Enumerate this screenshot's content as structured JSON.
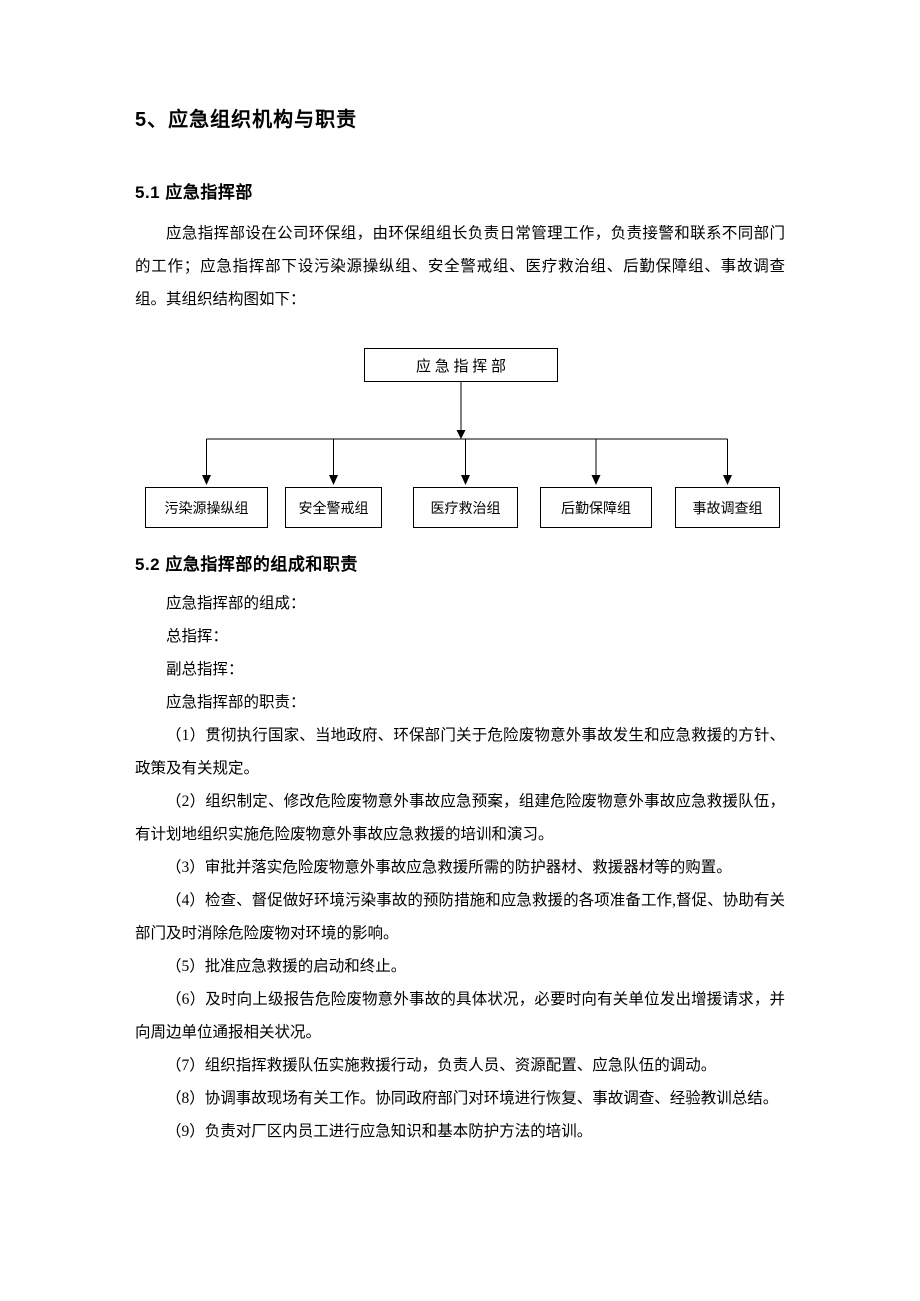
{
  "doc": {
    "heading": "5、应急组织机构与职责",
    "section1": {
      "title": "5.1 应急指挥部",
      "paragraph": "应急指挥部设在公司环保组，由环保组组长负责日常管理工作，负责接警和联系不同部门的工作；应急指挥部下设污染源操纵组、安全警戒组、医疗救治组、后勤保障组、事故调查组。其组织结构图如下："
    },
    "org_chart": {
      "root": "应 急 指 挥 部",
      "children": [
        "污染源操纵组",
        "安全警戒组",
        "医疗救治组",
        "后勤保障组",
        "事故调查组"
      ]
    },
    "section2": {
      "title": "5.2 应急指挥部的组成和职责",
      "lines": [
        "应急指挥部的组成：",
        "总指挥：",
        "副总指挥：",
        "应急指挥部的职责："
      ],
      "items": [
        "（1）贯彻执行国家、当地政府、环保部门关于危险废物意外事故发生和应急救援的方针、政策及有关规定。",
        "（2）组织制定、修改危险废物意外事故应急预案，组建危险废物意外事故应急救援队伍，有计划地组织实施危险废物意外事故应急救援的培训和演习。",
        "（3）审批并落实危险废物意外事故应急救援所需的防护器材、救援器材等的购置。",
        "（4）检查、督促做好环境污染事故的预防措施和应急救援的各项准备工作,督促、协助有关部门及时消除危险废物对环境的影响。",
        "（5）批准应急救援的启动和终止。",
        "（6）及时向上级报告危险废物意外事故的具体状况，必要时向有关单位发出增援请求，并向周边单位通报相关状况。",
        "（7）组织指挥救援队伍实施救援行动，负责人员、资源配置、应急队伍的调动。",
        "（8）协调事故现场有关工作。协同政府部门对环境进行恢复、事故调查、经验教训总结。",
        "（9）负责对厂区内员工进行应急知识和基本防护方法的培训。"
      ]
    }
  }
}
